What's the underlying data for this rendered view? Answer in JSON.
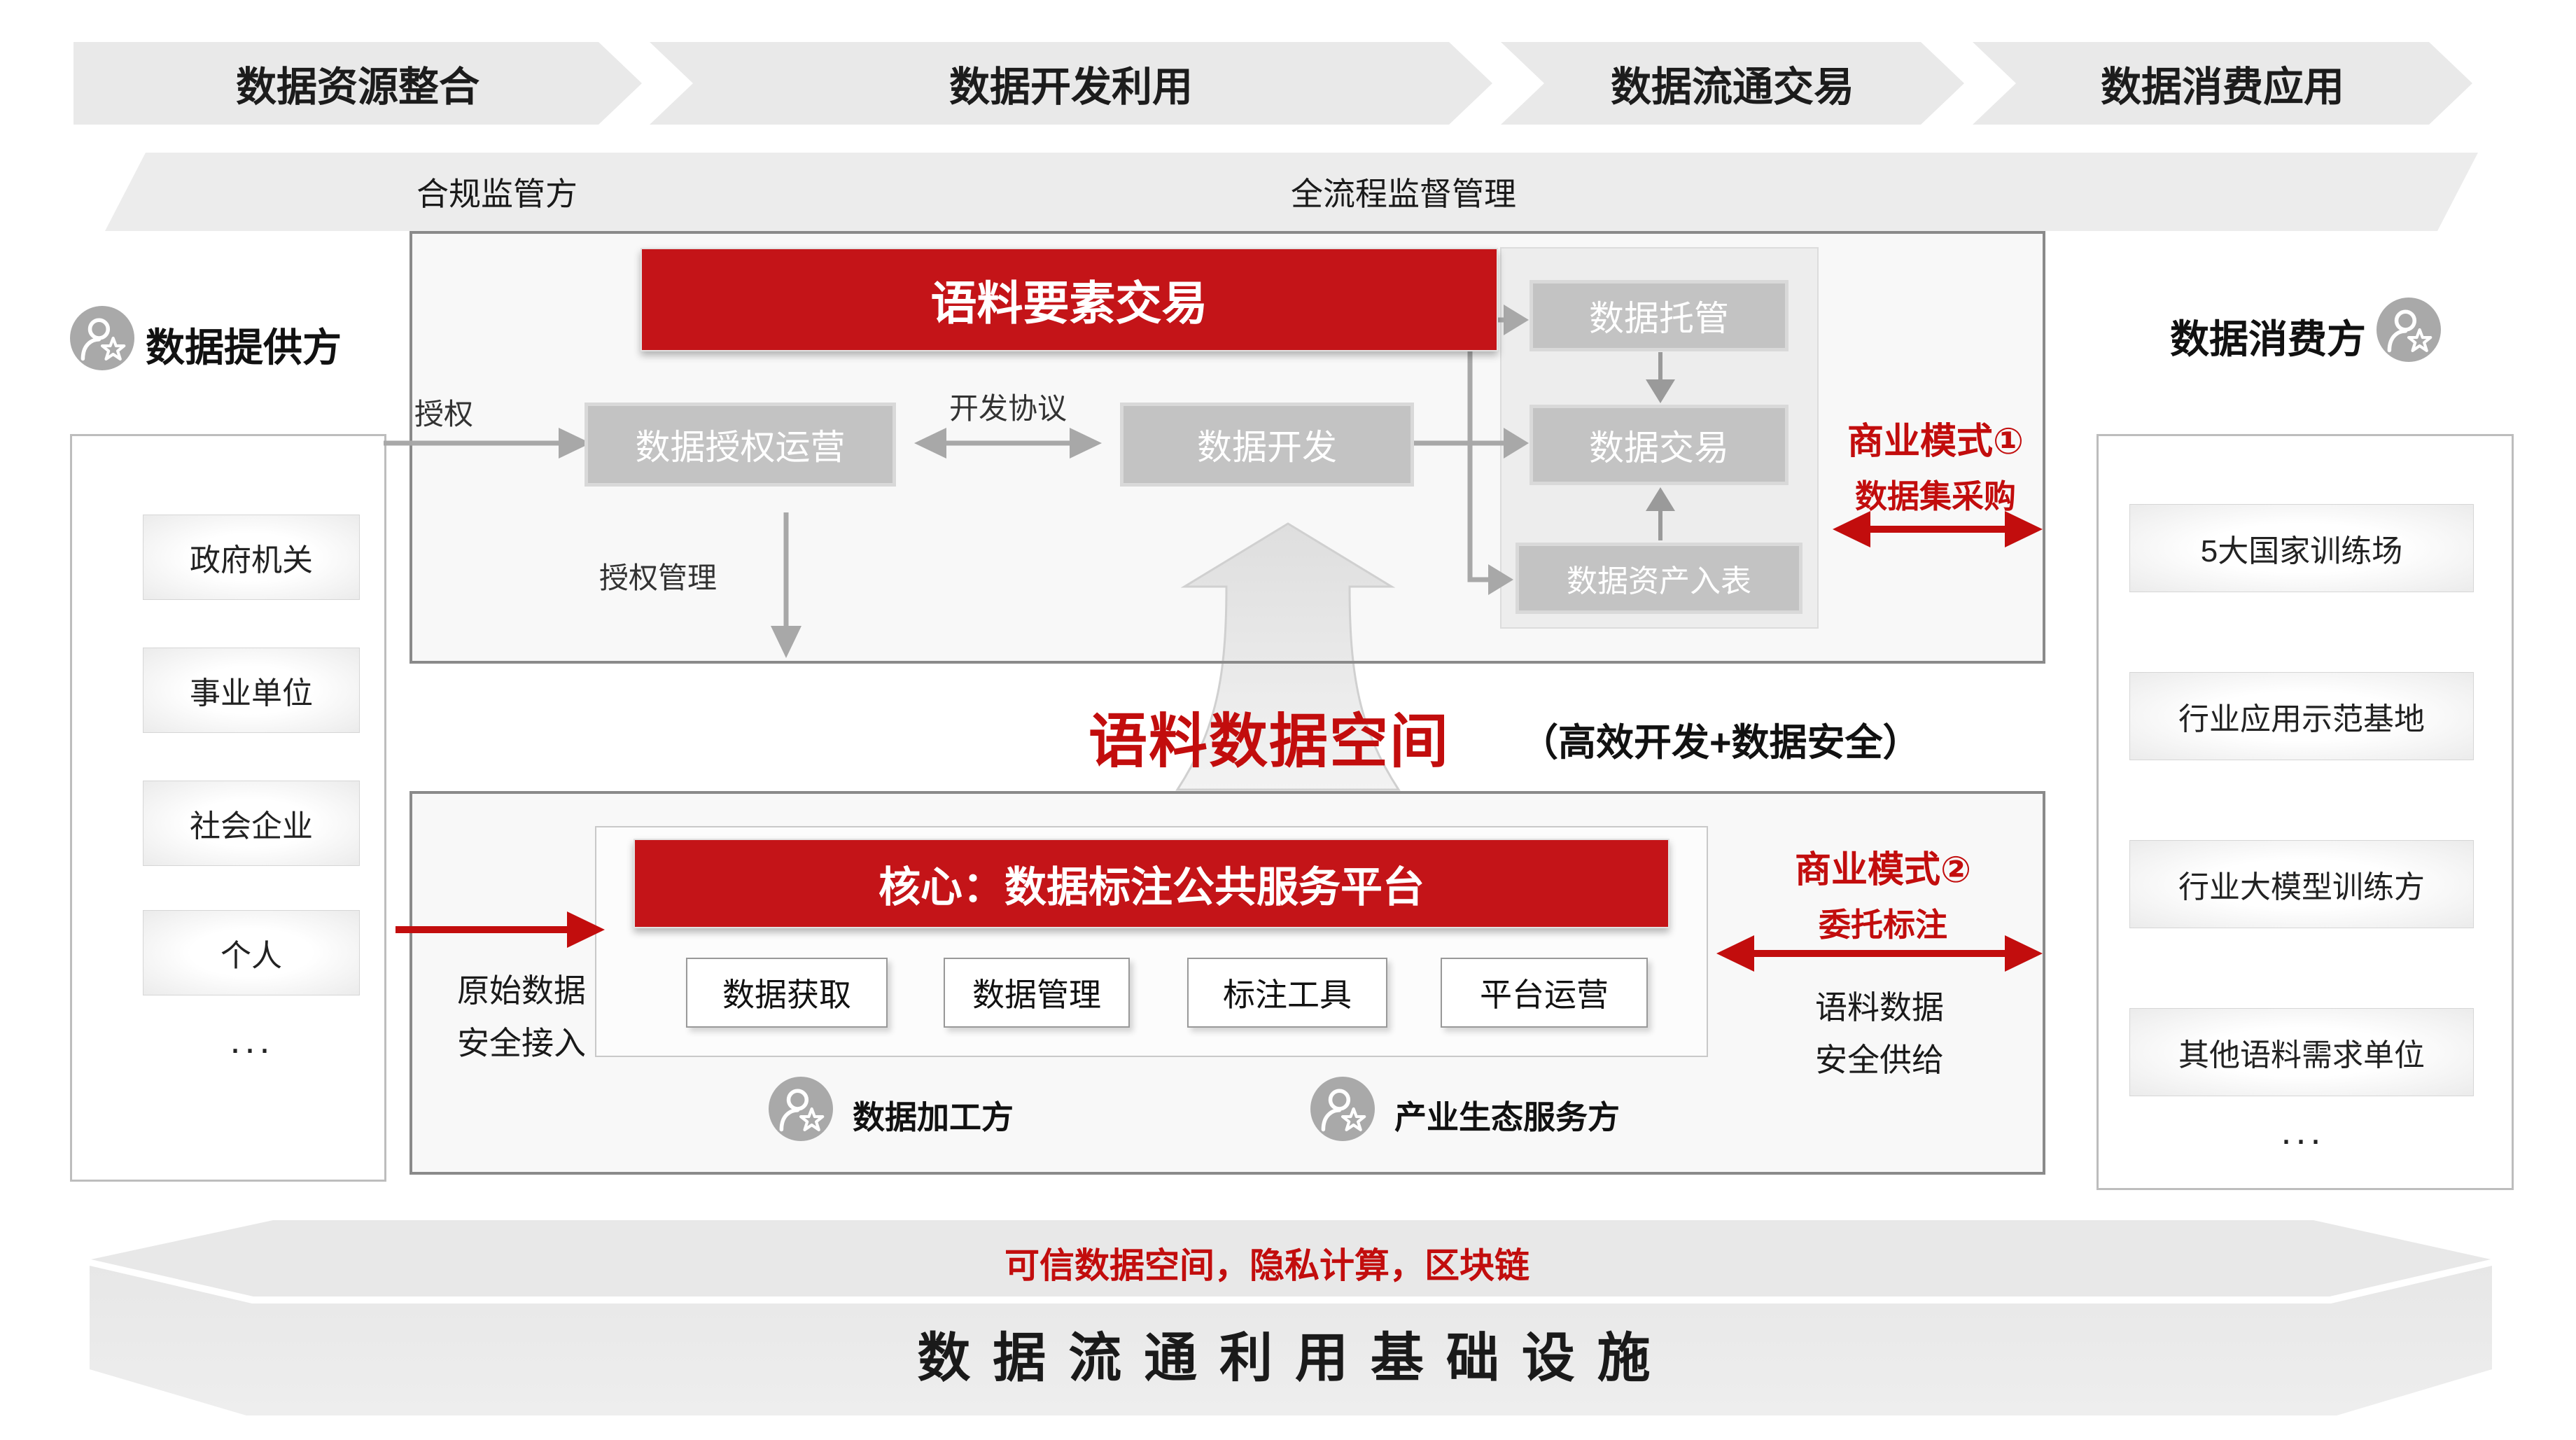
{
  "flow_banners": [
    {
      "label": "数据资源整合"
    },
    {
      "label": "数据开发利用"
    },
    {
      "label": "数据流通交易"
    },
    {
      "label": "数据消费应用"
    }
  ],
  "supervision": {
    "left": "合规监管方",
    "center": "全流程监督管理"
  },
  "provider": {
    "title": "数据提供方",
    "items": [
      "政府机关",
      "事业单位",
      "社会企业",
      "个人",
      "..."
    ]
  },
  "consumer": {
    "title": "数据消费方",
    "items": [
      "5大国家训练场",
      "行业应用示范基地",
      "行业大模型训练方",
      "其他语料需求单位",
      "..."
    ]
  },
  "trading": {
    "banner": "语料要素交易",
    "auth_label": "授权",
    "dev_agreement_label": "开发协议",
    "auth_mgmt_label": "授权管理",
    "nodes": {
      "auth_op": "数据授权运营",
      "dev": "数据开发",
      "hosting": "数据托管",
      "trade": "数据交易",
      "asset_entry": "数据资产入表"
    },
    "business_model_1": {
      "title": "商业模式①",
      "subtitle": "数据集采购"
    }
  },
  "data_space": {
    "title": "语料数据空间",
    "subtitle": "（高效开发+数据安全）"
  },
  "platform_section": {
    "banner": "核心：数据标注公共服务平台",
    "modules": [
      "数据获取",
      "数据管理",
      "标注工具",
      "平台运营"
    ],
    "roles": [
      "数据加工方",
      "产业生态服务方"
    ],
    "left_note_line1": "原始数据",
    "left_note_line2": "安全接入",
    "right_note_line1": "语料数据",
    "right_note_line2": "安全供给",
    "business_model_2": {
      "title": "商业模式②",
      "subtitle": "委托标注"
    }
  },
  "infrastructure": {
    "tech_label": "可信数据空间，隐私计算，区块链",
    "title": "数据流通利用基础设施"
  },
  "colors": {
    "accent_red": "#c20d0d",
    "banner_red": "#c41418",
    "node_gray": "#c3c3c3",
    "arrow_gray": "#a8a8a8",
    "shape_gray": "#e9e9e9"
  }
}
